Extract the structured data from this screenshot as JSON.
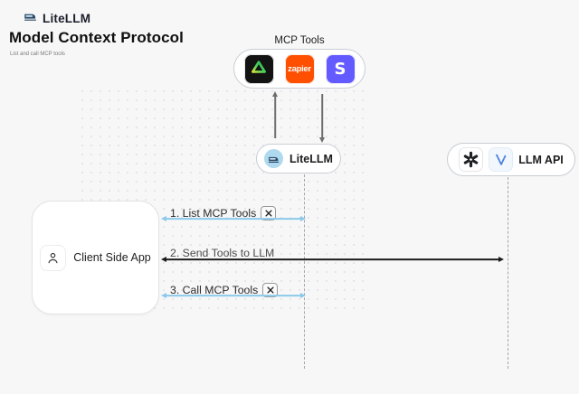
{
  "header": {
    "brand": "LiteLLM",
    "brand_icon": "train-icon",
    "title": "Model Context Protocol",
    "subtitle": "List and call MCP tools"
  },
  "mcp_tools": {
    "label": "MCP Tools",
    "tiles": [
      {
        "name": "green-triangle-tool-logo",
        "bg": "#131313",
        "icon": "green-triangle-icon"
      },
      {
        "name": "zapier-logo",
        "bg": "#ff4f00",
        "text": "zapier"
      },
      {
        "name": "stripe-logo",
        "bg": "#635bff",
        "text": "S"
      }
    ]
  },
  "nodes": {
    "litellm": {
      "label": "LiteLLM",
      "icon": "litellm-train-icon",
      "icon_bg": "#aed9ee"
    },
    "llm_api": {
      "label": "LLM API",
      "icons": [
        "openai-logo",
        "blue-dashed-v-icon"
      ]
    },
    "client": {
      "label": "Client Side App",
      "icon": "person-icon"
    }
  },
  "flows": {
    "steps": [
      {
        "label": "1. List MCP Tools",
        "icon": "hammer-wrench-icon",
        "arrow_color": "#8cc9ea",
        "direction": "both"
      },
      {
        "label": "2. Send Tools to LLM",
        "icon": null,
        "arrow_color": "#1c1c1c",
        "direction": "both"
      },
      {
        "label": "3. Call MCP Tools",
        "icon": "hammer-wrench-icon",
        "arrow_color": "#8cc9ea",
        "direction": "both"
      }
    ]
  },
  "colors": {
    "background": "#f7f7f8",
    "pill_border": "#c9cdd2",
    "lifeline": "#a6a6a6",
    "blue_arrow": "#8cc9ea",
    "dark_arrow": "#1c1c1c",
    "zapier_orange": "#ff4f00",
    "stripe_purple": "#635bff",
    "tile_black": "#131313",
    "litellm_circle_blue": "#aed9ee"
  }
}
